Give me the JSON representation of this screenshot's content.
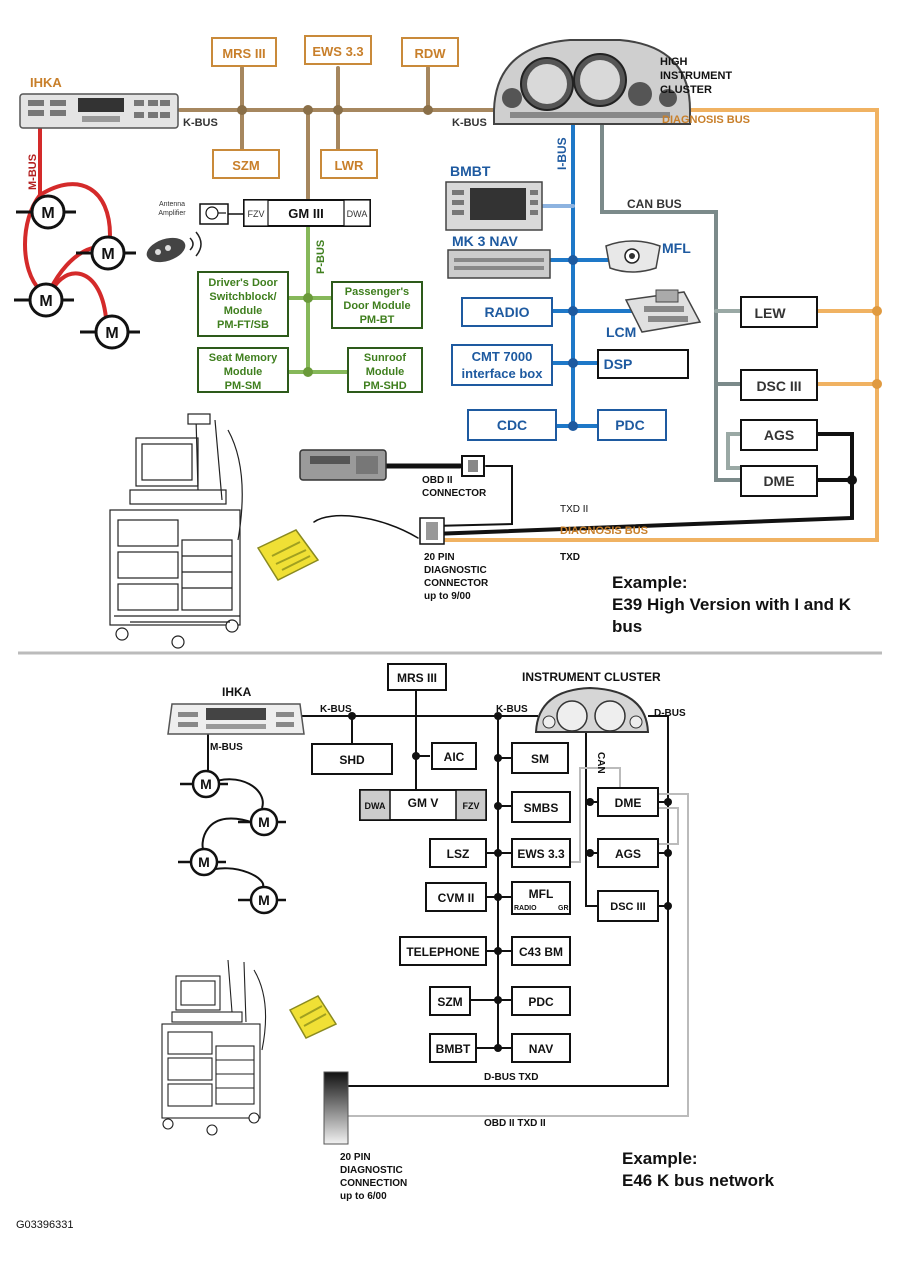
{
  "top": {
    "ihka": "IHKA",
    "m_bus": "M-BUS",
    "k_bus_left": "K-BUS",
    "k_bus_right": "K-BUS",
    "mrs": "MRS III",
    "ews": "EWS 3.3",
    "rdw": "RDW",
    "szm": "SZM",
    "lwr": "LWR",
    "cluster_line1": "HIGH",
    "cluster_line2": "INSTRUMENT",
    "cluster_line3": "CLUSTER",
    "diagnosis_bus_top": "DIAGNOSIS BUS",
    "antenna_line1": "Antenna",
    "antenna_line2": "Amplifier",
    "fzv": "FZV",
    "gm3": "GM III",
    "dwa": "DWA",
    "p_bus": "P-BUS",
    "drivers_door_1": "Driver's Door",
    "drivers_door_2": "Switchblock/",
    "drivers_door_3": "Module",
    "drivers_door_4": "PM-FT/SB",
    "pass_door_1": "Passenger's",
    "pass_door_2": "Door Module",
    "pass_door_3": "PM-BT",
    "seat_mem_1": "Seat Memory",
    "seat_mem_2": "Module",
    "seat_mem_3": "PM-SM",
    "sunroof_1": "Sunroof",
    "sunroof_2": "Module",
    "sunroof_3": "PM-SHD",
    "i_bus": "I-BUS",
    "bmbt": "BMBT",
    "mk3nav": "MK 3 NAV",
    "mfl": "MFL",
    "can_bus": "CAN BUS",
    "radio": "RADIO",
    "lcm": "LCM",
    "lew": "LEW",
    "cmt_1": "CMT 7000",
    "cmt_2": "interface box",
    "dsp": "DSP",
    "dsc3": "DSC III",
    "cdc": "CDC",
    "pdc": "PDC",
    "ags": "AGS",
    "dme": "DME",
    "obd_1": "OBD II",
    "obd_2": "CONNECTOR",
    "txd2": "TXD II",
    "diagnosis_bus_bottom": "DIAGNOSIS BUS",
    "txd": "TXD",
    "diag20_1": "20 PIN",
    "diag20_2": "DIAGNOSTIC",
    "diag20_3": "CONNECTOR",
    "diag20_4": "up to 9/00",
    "example_1": "Example:",
    "example_2": "E39 High Version with I and K",
    "example_3": "bus"
  },
  "bottom": {
    "ihka": "IHKA",
    "k_bus_left": "K-BUS",
    "k_bus_mid": "K-BUS",
    "m_bus": "M-BUS",
    "mrs": "MRS III",
    "cluster": "INSTRUMENT CLUSTER",
    "d_bus": "D-BUS",
    "can": "CAN",
    "shd": "SHD",
    "aic": "AIC",
    "sm": "SM",
    "dwa": "DWA",
    "gm5": "GM V",
    "fzv": "FZV",
    "smbs": "SMBS",
    "dme": "DME",
    "lsz": "LSZ",
    "ews": "EWS 3.3",
    "ags": "AGS",
    "cvm": "CVM II",
    "mfl": "MFL",
    "mfl_radio": "RADIO",
    "mfl_gr": "GR",
    "dsc3": "DSC III",
    "telephone": "TELEPHONE",
    "c43bm": "C43 BM",
    "szm": "SZM",
    "pdc": "PDC",
    "bmbt": "BMBT",
    "nav": "NAV",
    "dbus_txd": "D-BUS  TXD",
    "obd_txd2": "OBD II  TXD II",
    "diag20_1": "20 PIN",
    "diag20_2": "DIAGNOSTIC",
    "diag20_3": "CONNECTION",
    "diag20_4": "up to 6/00",
    "example_1": "Example:",
    "example_2": "E46 K bus network"
  },
  "figure_id": "G03396331",
  "motor_label": "M",
  "colors": {
    "k_bus": "#a6875f",
    "i_bus": "#1e78c8",
    "m_bus": "#d42a2a",
    "p_bus": "#86b85a",
    "diagnosis_bus": "#f0b262",
    "can_bus": "#7b8a8a"
  }
}
